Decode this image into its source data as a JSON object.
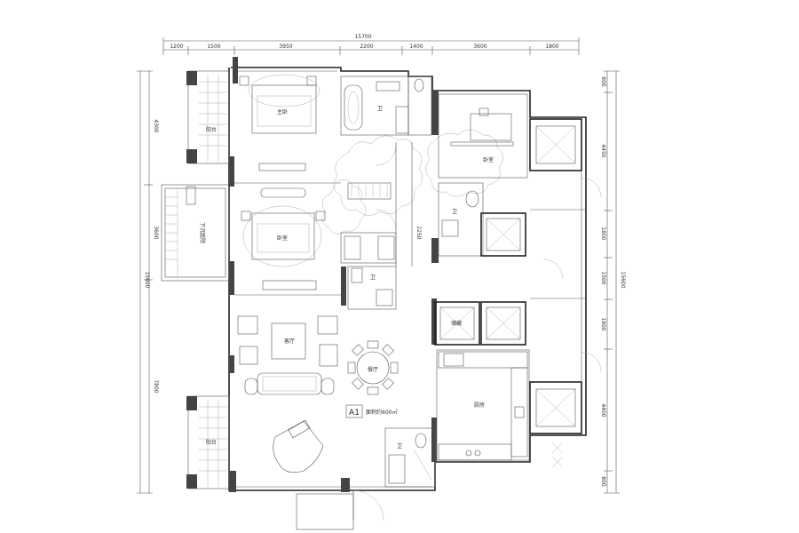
{
  "plan": {
    "unit_label": "A1",
    "area_label": "面积约600㎡",
    "top_total": "15700",
    "top_dims": [
      "1200",
      "1500",
      "3950",
      "2200",
      "1400",
      "3600",
      "1800"
    ],
    "left_dims": [
      "4300",
      "3600",
      "15600",
      "7800"
    ],
    "right_dims": [
      "800",
      "4450",
      "1800",
      "15600",
      "1500",
      "1800",
      "4400",
      "800"
    ],
    "side_dim": "2250",
    "rooms": {
      "balcony_top": "阳台",
      "master_bedroom": "主卧",
      "bedroom2": "卧室",
      "bedroom3": "卧室",
      "bath1": "卫",
      "bath2": "卫",
      "bath3": "卫",
      "bath4": "卫",
      "living": "客厅",
      "dining": "餐厅",
      "kitchen": "厨房",
      "garden": "下沉庭院",
      "balcony_bottom": "阳台",
      "storage": "储藏"
    }
  }
}
